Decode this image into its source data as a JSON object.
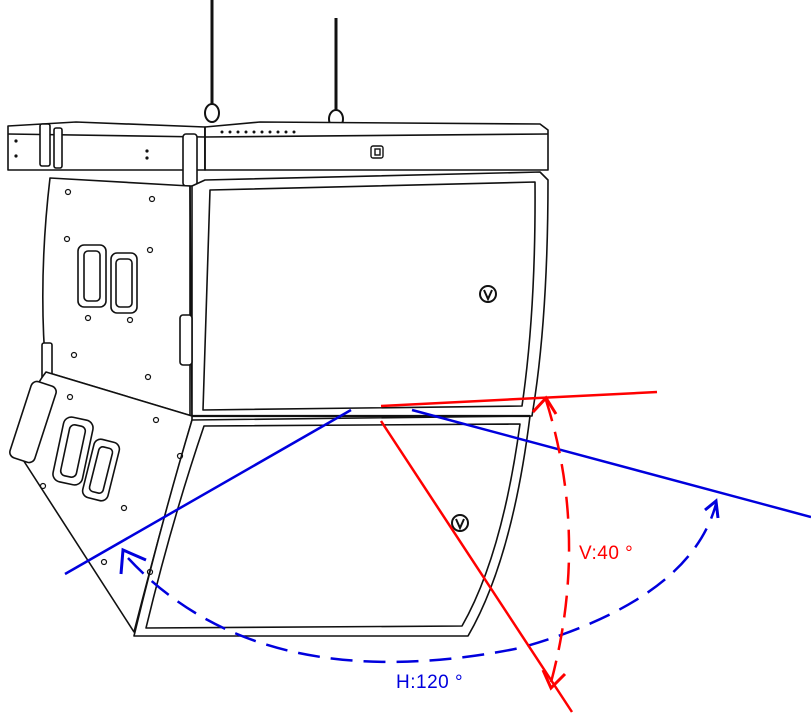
{
  "labels": {
    "vertical": "V:40 °",
    "horizontal": "H:120 °"
  },
  "coverage": {
    "vertical_deg": 40,
    "horizontal_deg": 120
  },
  "colors": {
    "vertical": "#ff0000",
    "horizontal": "#0000dd",
    "outline": "#111111",
    "background": "#ffffff"
  },
  "icons": {
    "brand_logo": "v-logo-icon",
    "connector": "connector-icon"
  }
}
